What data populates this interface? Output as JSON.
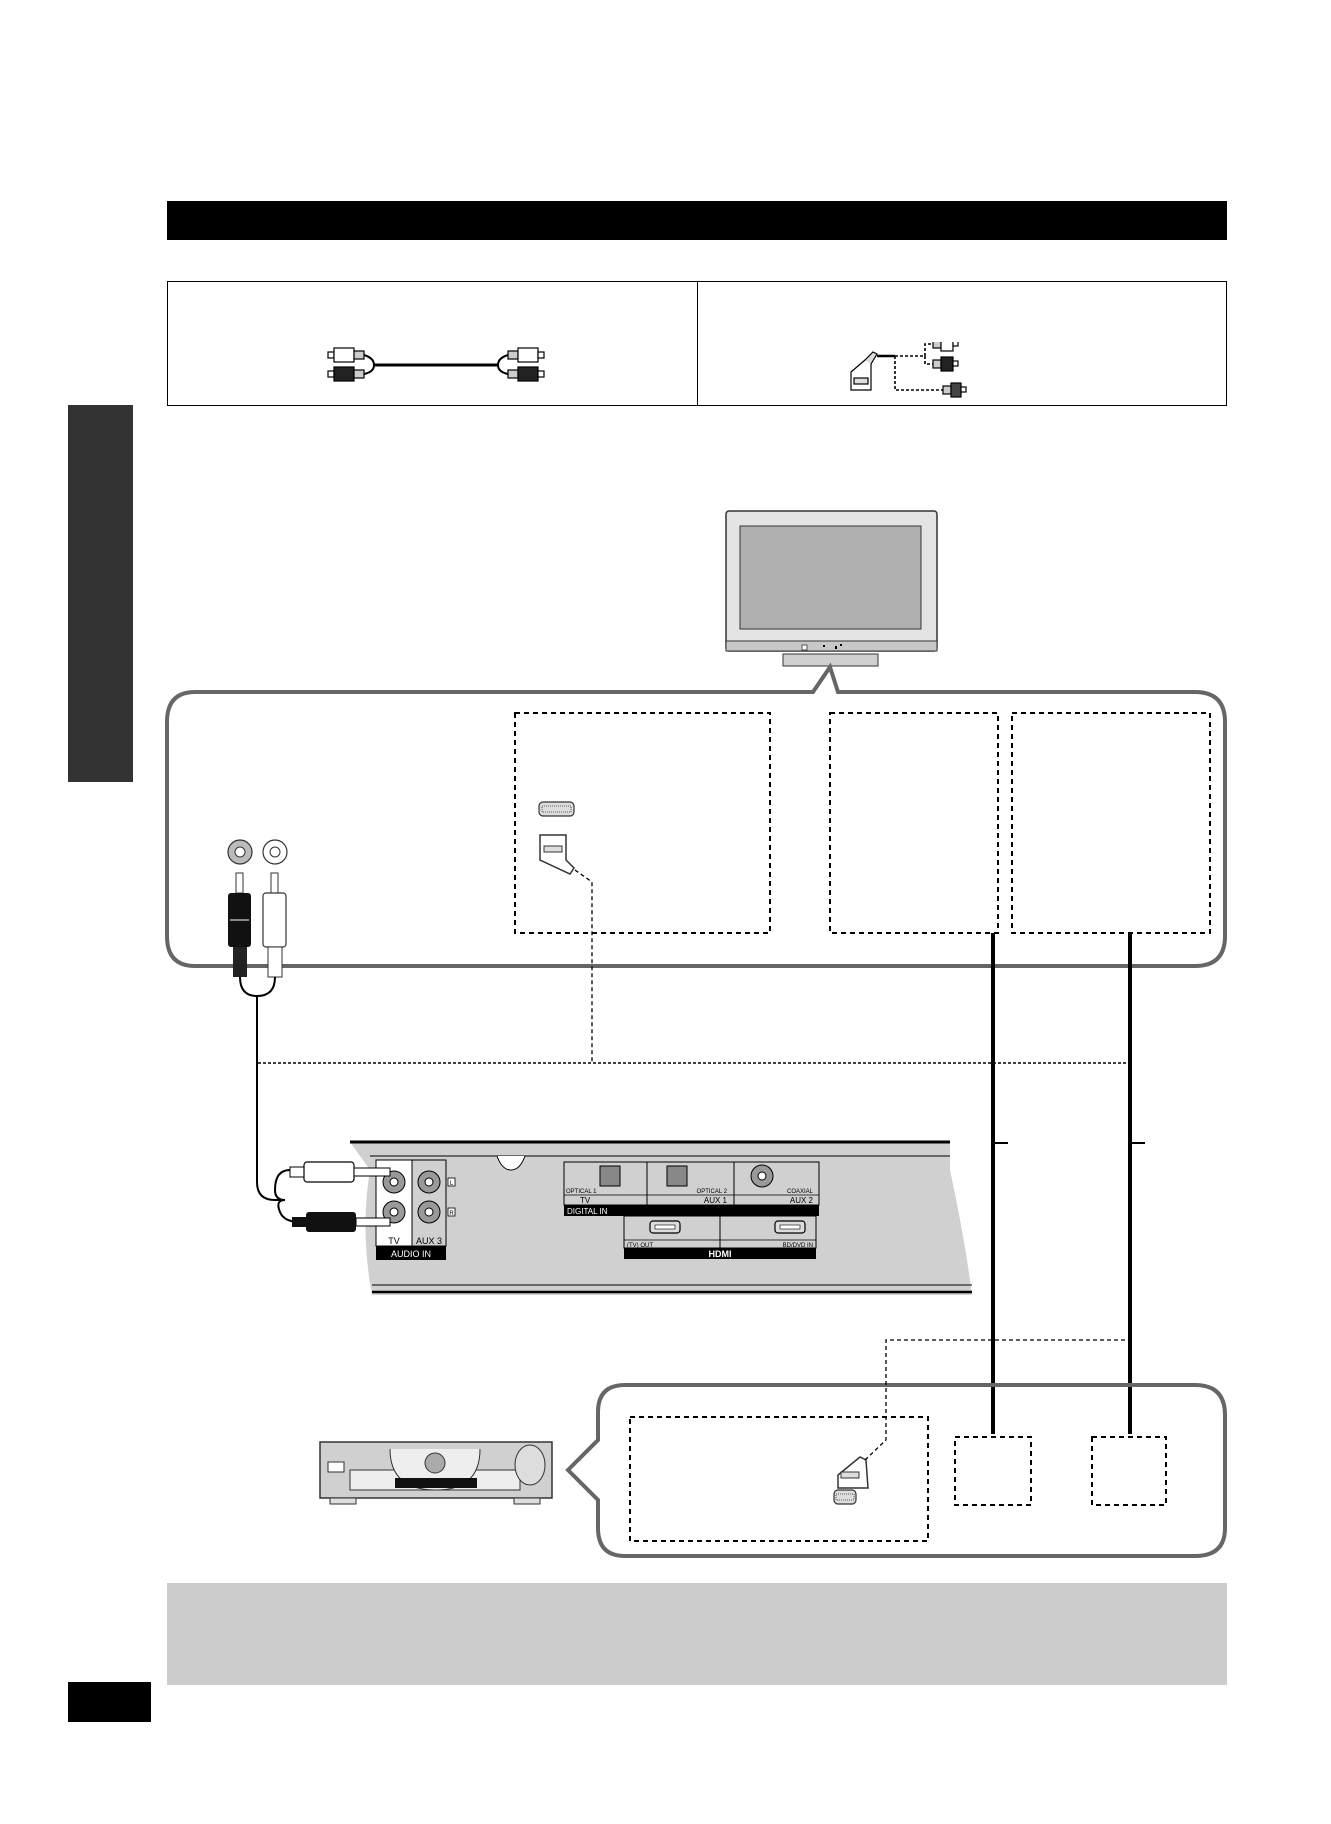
{
  "header": {
    "title": ""
  },
  "cables": [
    {
      "name": "audio-cable",
      "label": ""
    },
    {
      "name": "scart-adapter-cable",
      "label": ""
    }
  ],
  "tv_callout": {
    "audio_out_label": "",
    "scart_box_label": "",
    "optical_box_label": "",
    "hdmi_box_label": ""
  },
  "main_unit": {
    "audio_in": {
      "group_label": "AUDIO IN",
      "columns": [
        "TV",
        "AUX 3"
      ],
      "channel_left": "L",
      "channel_right": "R"
    },
    "digital_in": {
      "group_label": "DIGITAL IN",
      "ports": [
        {
          "type": "OPTICAL 1",
          "source": "TV"
        },
        {
          "type": "OPTICAL 2",
          "source": "AUX 1"
        },
        {
          "type": "COAXIAL",
          "source": "AUX 2"
        }
      ]
    },
    "hdmi": {
      "group_label": "HDMI",
      "ports": [
        {
          "label": "(TV) OUT"
        },
        {
          "label": "BD/DVD IN"
        }
      ]
    }
  },
  "player_callout": {
    "scart_box_label": "",
    "optical_box_label": "",
    "hdmi_box_label": ""
  },
  "note": {
    "text": ""
  },
  "page": {
    "number": ""
  },
  "colors": {
    "header": "#000000",
    "side_tab": "#333333",
    "note_bg": "#cccccc",
    "callout_border": "#666666",
    "unit_body": "#d0d0d0",
    "tv_screen": "#b0b0b0",
    "tv_frame": "#e4e4e4"
  }
}
